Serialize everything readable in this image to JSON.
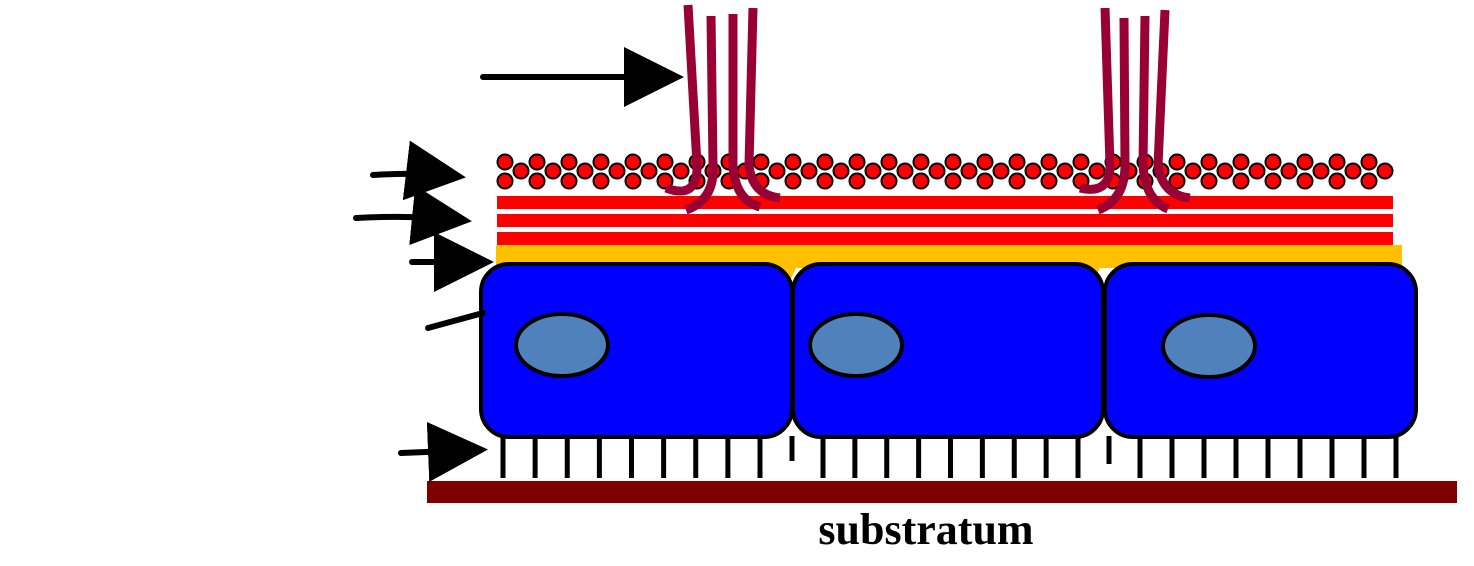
{
  "diagram": {
    "substrate_label": "substratum",
    "colors": {
      "background": "#ffffff",
      "cell_fill": "#0000ff",
      "cell_stroke": "#000000",
      "nucleus_fill": "#4f81bd",
      "basement_layer": "#ffc000",
      "lipid_layer": "#ff0000",
      "glycocalyx_bead": "#ff0000",
      "fibril": "#990033",
      "substrate": "#800000",
      "arrow": "#000000",
      "foot": "#000000"
    },
    "structures": {
      "cells": 3,
      "nuclei": 3,
      "lipid_stripes": 3,
      "fibril_tufts": 2,
      "label_arrows": 6
    }
  }
}
